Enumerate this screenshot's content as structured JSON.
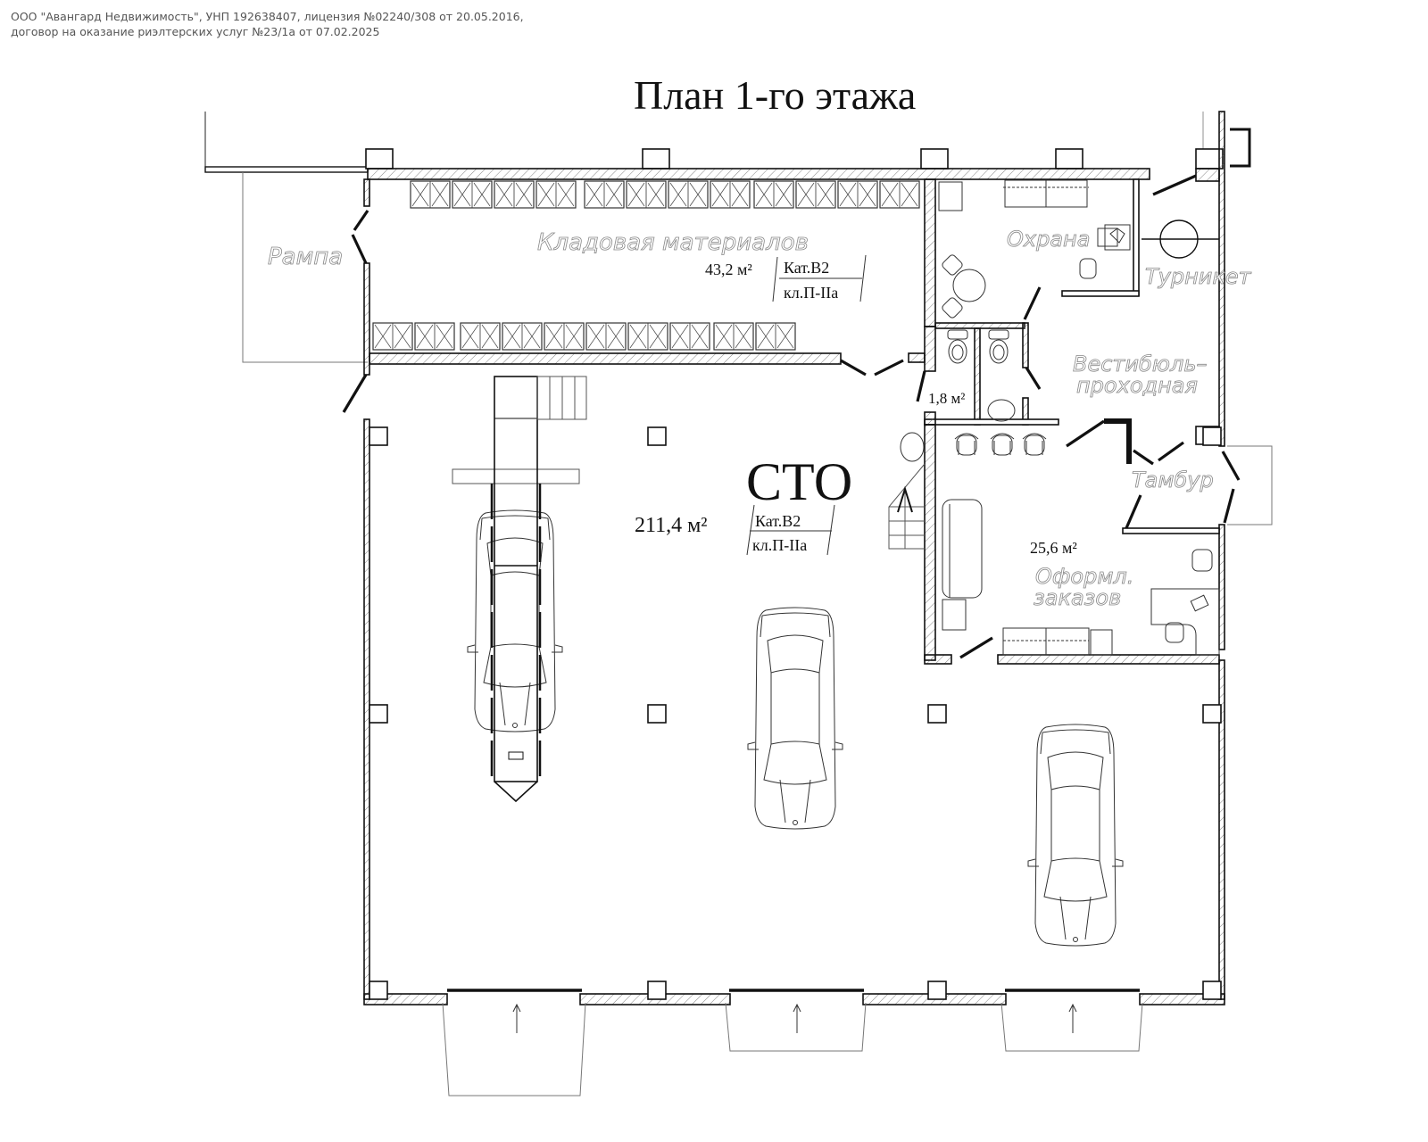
{
  "header": {
    "line1": "ООО \"Авангард Недвижимость\", УНП 192638407, лицензия №02240/308 от 20.05.2016,",
    "line2": "договор на оказание риэлтерских услуг №23/1а от 07.02.2025"
  },
  "title": "План 1-го этажа",
  "rooms": {
    "storage": {
      "name": "Кладовая  материалов",
      "area": "43,2 м²",
      "category": "Кат.В2",
      "class": "кл.П-IIа"
    },
    "sto": {
      "name": "СТО",
      "area": "211,4 м²",
      "category": "Кат.В2",
      "class": "кл.П-IIа"
    },
    "security": {
      "name": "Охрана"
    },
    "turnstile": {
      "name": "Турникет"
    },
    "lobby": {
      "name_line1": "Вестибюль–",
      "name_line2": "проходная"
    },
    "wc": {
      "area": "1,8 м²"
    },
    "vestibule": {
      "name": "Тамбур"
    },
    "orders": {
      "name_line1": "Оформл.",
      "name_line2": "заказов",
      "area": "25,6 м²"
    },
    "ramp": {
      "name": "Рампа"
    }
  }
}
